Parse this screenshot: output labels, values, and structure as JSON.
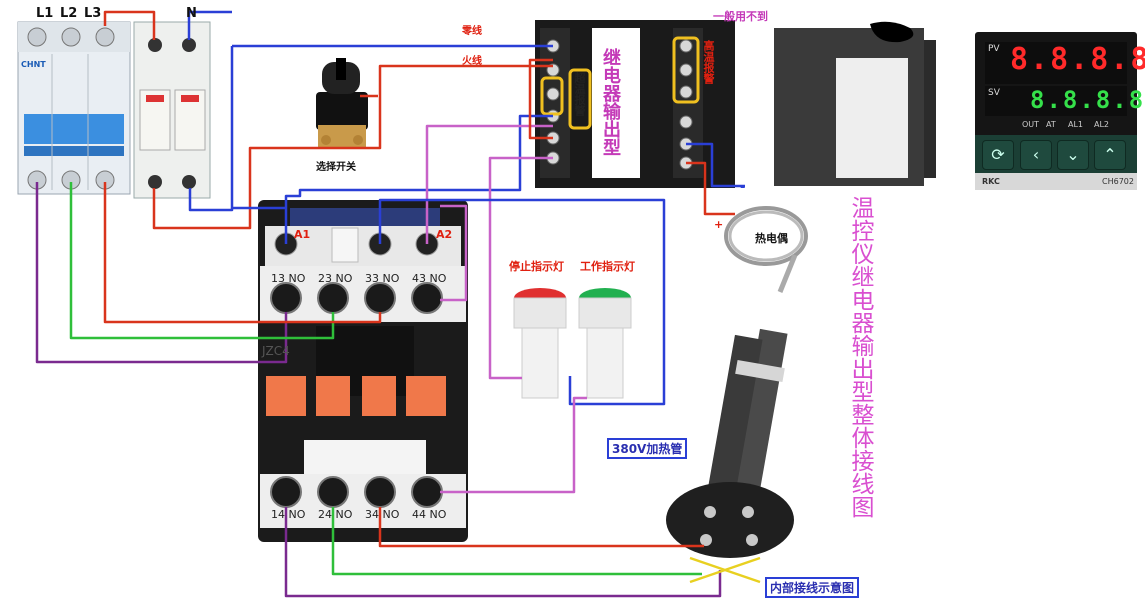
{
  "breaker_labels": {
    "l1": "L1",
    "l2": "L2",
    "l3": "L3",
    "n": "N"
  },
  "breaker_brand": "CHNT",
  "controller_annotations": {
    "neutral_wire": "零线",
    "live_wire": "火线",
    "generally_unused": "一般用不到",
    "over_temp_alarm": "超温报警",
    "high_temp_alarm": "高温报警",
    "relay_output_type": "继电器输出型"
  },
  "selector_switch_label": "选择开关",
  "contactor": {
    "coil_a1": "A1",
    "coil_a2": "A2",
    "model": "JZC4",
    "top_terminals": [
      "13 NO",
      "23 NO",
      "33 NO",
      "43 NO"
    ],
    "bottom_terminals": [
      "14 NO",
      "24 NO",
      "34 NO",
      "44 NO"
    ]
  },
  "indicator_lights": {
    "stop": "停止指示灯",
    "work": "工作指示灯"
  },
  "thermocouple": {
    "label": "热电偶",
    "minus": "-",
    "plus": "+"
  },
  "heater_label": "380V加热管",
  "internal_wiring_label": "内部接线示意图",
  "title_vertical": "温控仪继电器输出型整体接线图",
  "display": {
    "pv_label": "PV",
    "pv_value": "8.8.8.8.",
    "sv_label": "SV",
    "sv_value": "8.8.8.8.",
    "leds": [
      "OUT",
      "AT",
      "AL1",
      "AL2"
    ],
    "brand": "RKC",
    "model": "CH6702"
  },
  "colors": {
    "blue_wire": "#2a3fd6",
    "red_wire": "#d9341c",
    "green_wire": "#2fbf3a",
    "purple_wire": "#7a2a8f",
    "magenta_wire": "#c862c8",
    "title_color": "#d94fd0",
    "label_red": "#e02010",
    "alarm_box": "#f0c020"
  }
}
